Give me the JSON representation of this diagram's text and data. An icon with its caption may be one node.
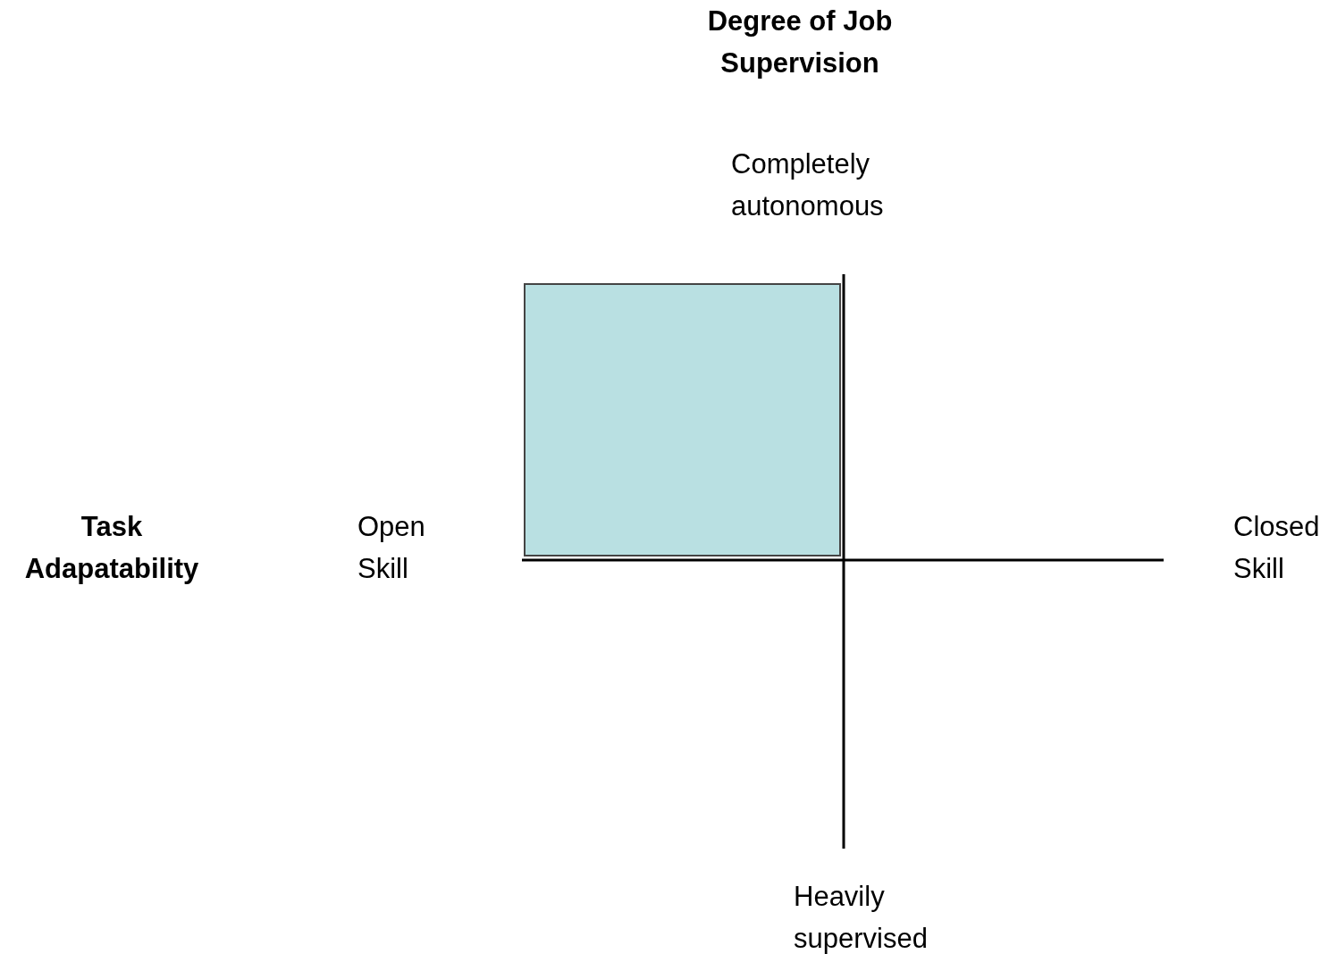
{
  "diagram": {
    "nodes": [
      {
        "text": [],
        "shape": "box"
      }
    ],
    "labels": [
      "Degree of Job Supervision",
      "Completely autonomous",
      "Task Adapatability",
      "Open Skill",
      "Closed Skill",
      "Heavily supervised"
    ]
  }
}
